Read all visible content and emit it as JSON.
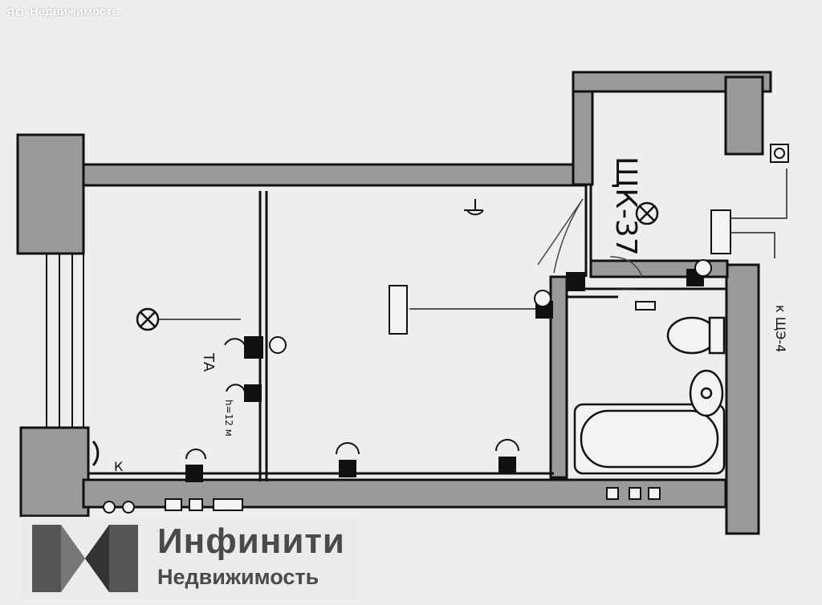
{
  "watermark_top": {
    "glyph": "ЯО",
    "text": "Недвижимость"
  },
  "logo": {
    "brand": "Инфинити",
    "subtitle": "Недвижимость"
  },
  "plan": {
    "panel_label": "ЩК-37",
    "riser_label": "к ЩЭ-4",
    "tv_label": "ТА",
    "height_label": "h=12 м",
    "corner_label": "К"
  }
}
